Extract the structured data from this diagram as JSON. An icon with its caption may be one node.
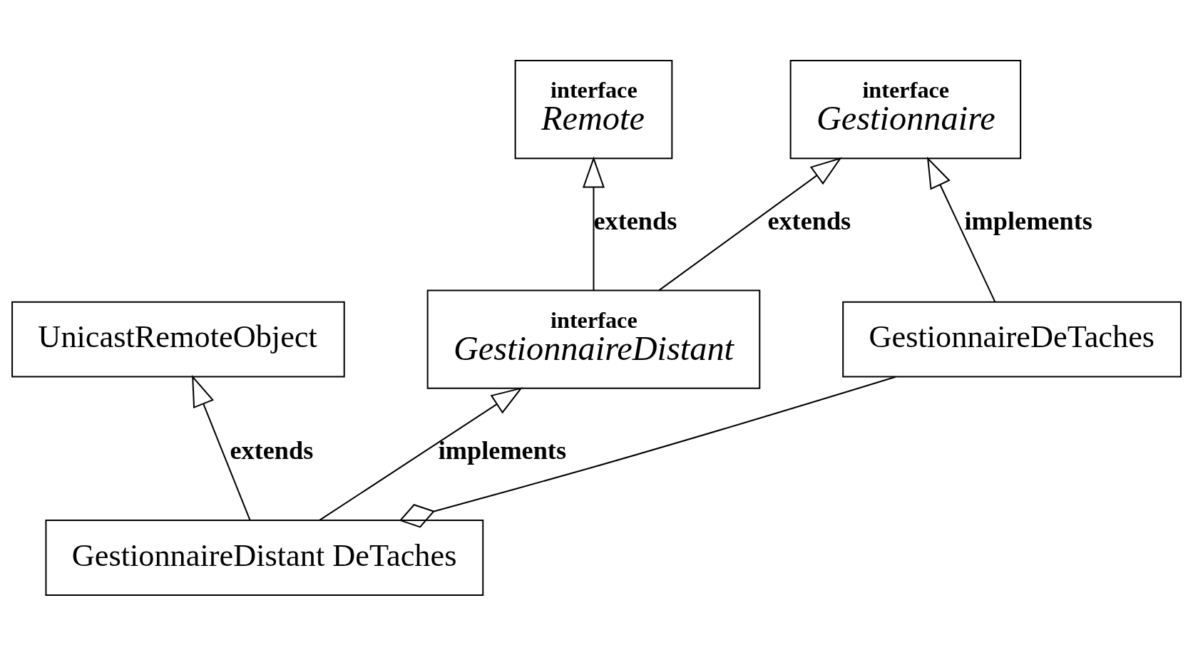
{
  "diagram": {
    "nodes": [
      {
        "text": [
          "interface",
          "Remote"
        ]
      },
      {
        "text": [
          "interface",
          "Gestionnaire"
        ]
      },
      {
        "text": [
          "UnicastRemoteObject"
        ]
      },
      {
        "text": [
          "interface",
          "GestionnaireDistant"
        ]
      },
      {
        "text": [
          "GestionnaireDistant DeTaches"
        ]
      },
      {
        "text": [
          "GestionnaireDeTaches"
        ]
      }
    ],
    "edges": [
      {
        "from": 3,
        "to": 0,
        "arrow": "to",
        "label": "extends"
      },
      {
        "from": 3,
        "to": 1,
        "arrow": "to",
        "label": "extends"
      },
      {
        "from": 4,
        "to": 2,
        "arrow": "to",
        "label": "extends"
      },
      {
        "from": 4,
        "to": 3,
        "arrow": "to",
        "label": "implements"
      },
      {
        "from": 5,
        "to": 1,
        "arrow": "to",
        "label": "implements"
      },
      {
        "from": 4,
        "to": 5,
        "arrow": "other"
      }
    ]
  }
}
